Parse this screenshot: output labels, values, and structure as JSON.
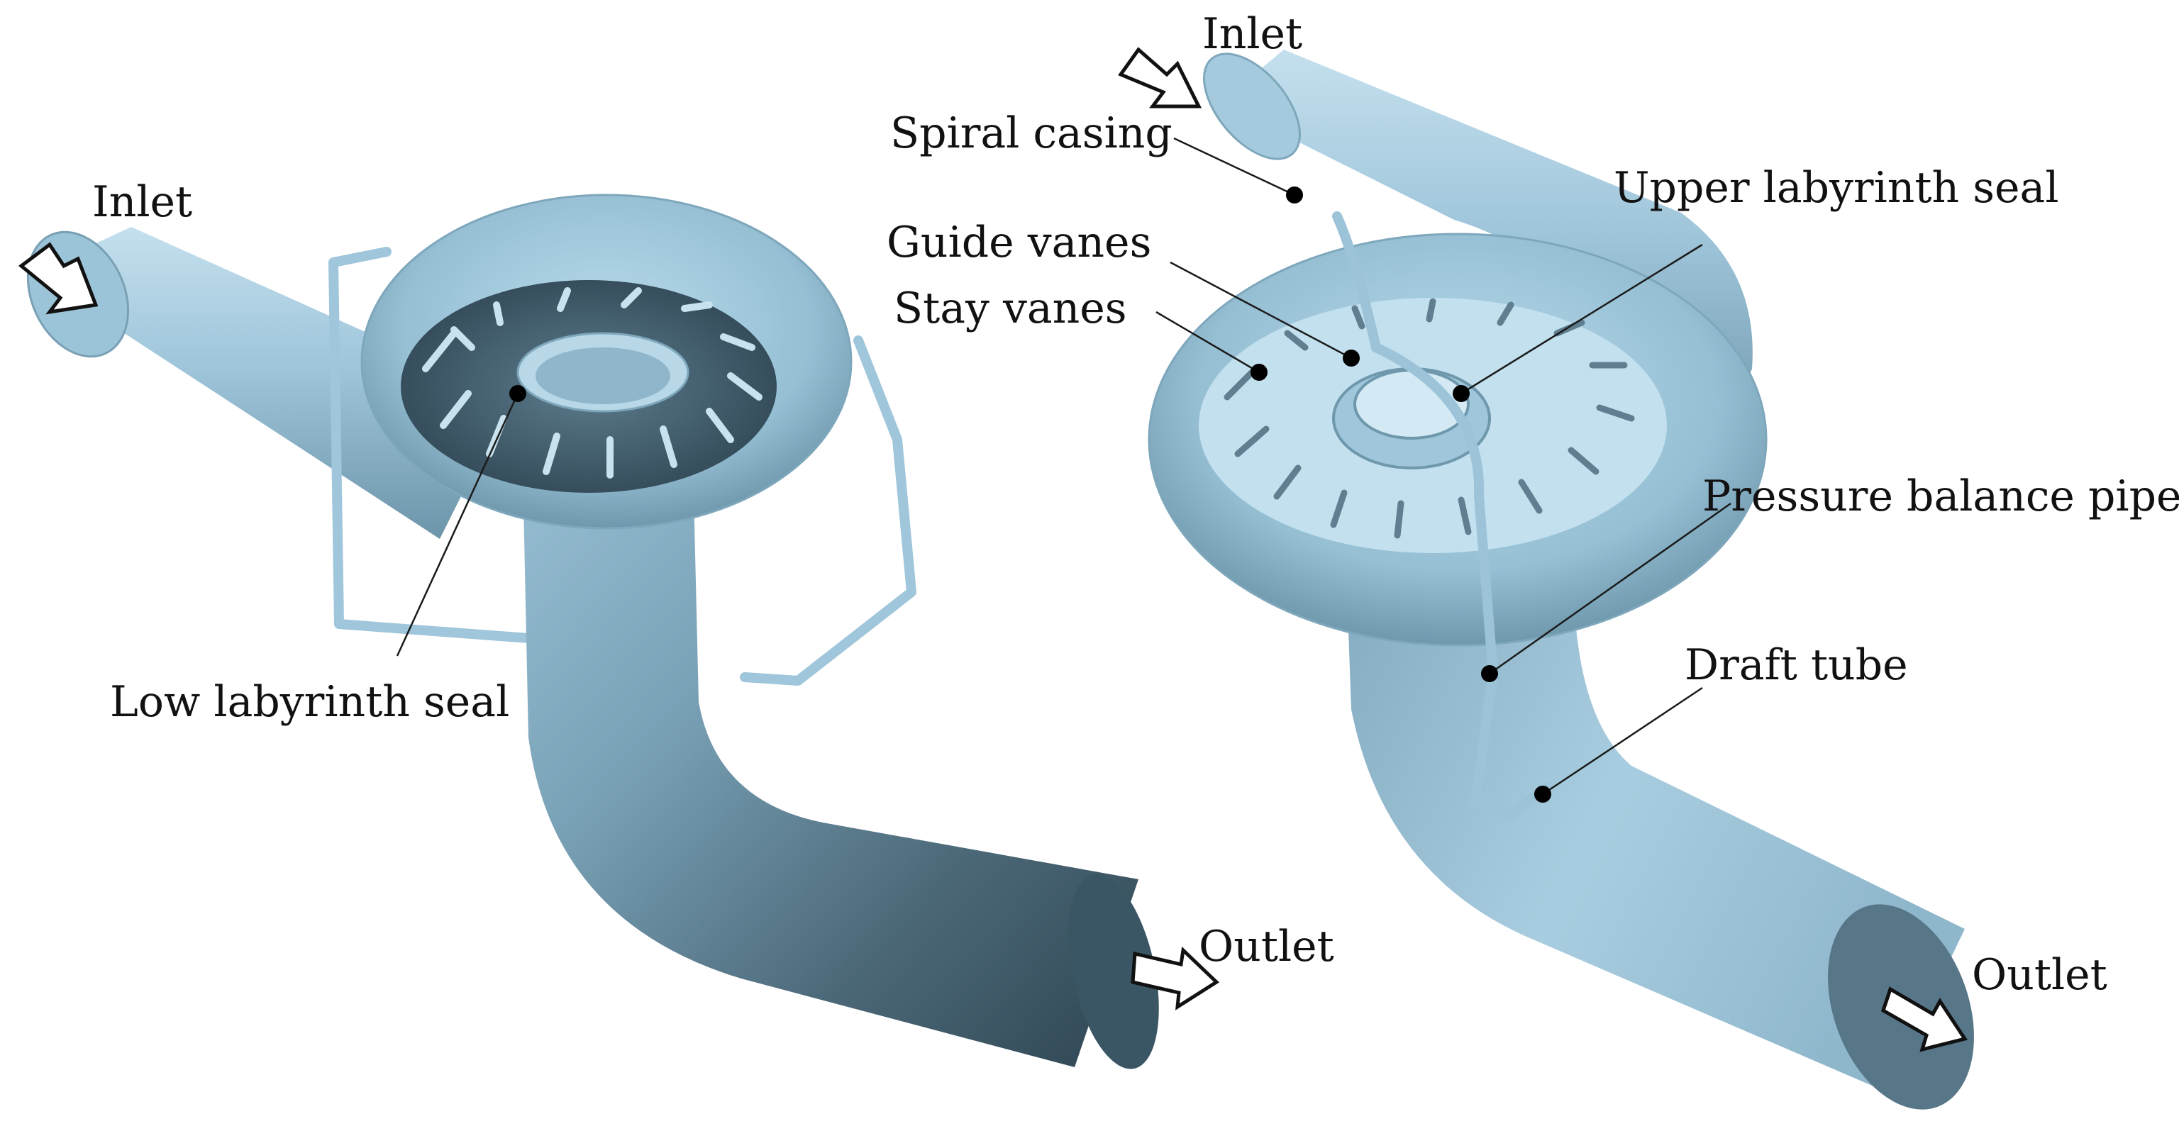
{
  "labels": {
    "left_inlet": "Inlet",
    "left_outlet": "Outlet",
    "low_seal": "Low labyrinth seal",
    "right_inlet": "Inlet",
    "right_outlet": "Outlet",
    "spiral_casing": "Spiral casing",
    "upper_seal": "Upper labyrinth seal",
    "guide_vanes": "Guide vanes",
    "stay_vanes": "Stay vanes",
    "pressure_pipe": "Pressure balance pipe",
    "draft_tube": "Draft tube"
  },
  "colors": {
    "body_light": "#a9cde0",
    "body_mid": "#8ab4ca",
    "body_dark": "#3c5766",
    "body_shadow": "#2b3e49",
    "label": "#111111"
  }
}
